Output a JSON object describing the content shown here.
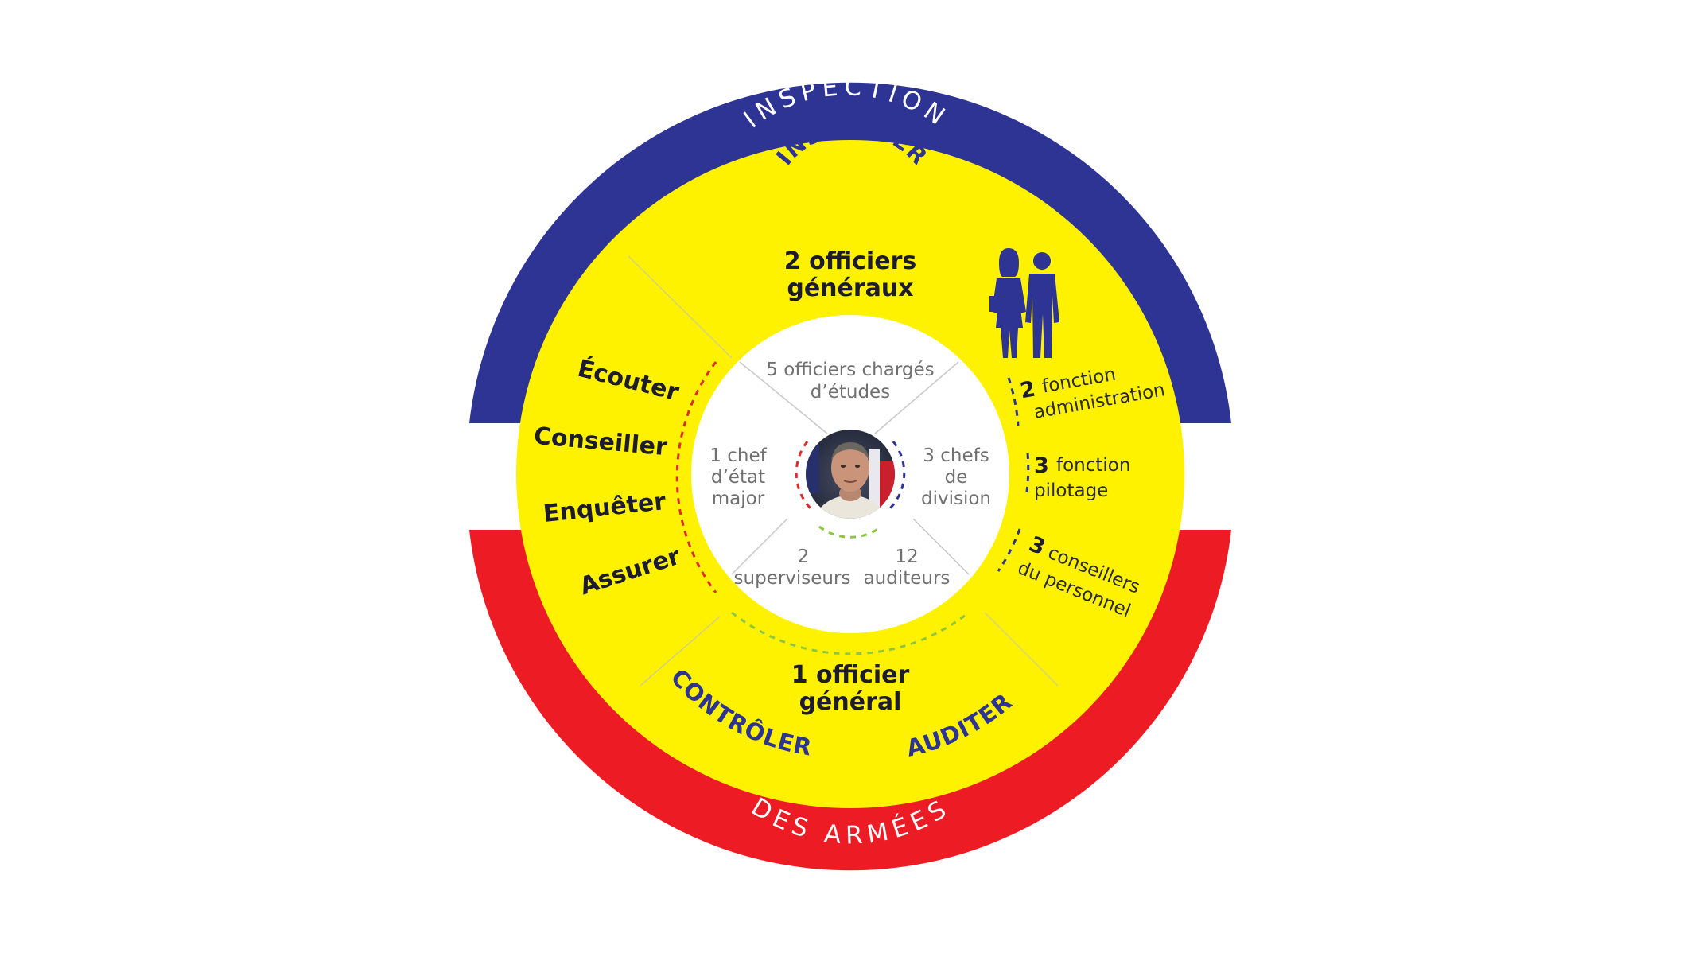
{
  "ring": {
    "top_label": "INSPECTION",
    "bottom_label": "DES ARMÉES",
    "colors": {
      "top": "#2e3494",
      "bottom": "#ed1c24",
      "middle": "#ffffff",
      "disc": "#fff200",
      "center": "#ffffff"
    }
  },
  "verbs": {
    "inspecter": "INSPECTER",
    "controler": "CONTRÔLER",
    "auditer": "AUDITER",
    "ecouter": "Écouter",
    "conseiller": "Conseiller",
    "enqueter": "Enquêter",
    "assurer": "Assurer"
  },
  "officers": {
    "top_line1": "2 officiers",
    "top_line2": "généraux",
    "bottom_line1": "1 officier",
    "bottom_line2": "général"
  },
  "staff": {
    "administration": {
      "number": "2",
      "line1": "fonction",
      "line2": "administration"
    },
    "pilotage": {
      "number": "3",
      "line1": "fonction",
      "line2": "pilotage"
    },
    "personnel": {
      "number": "3",
      "line1": "conseillers",
      "line2": "du personnel"
    }
  },
  "inner": {
    "etudes_line1": "5 officiers chargés",
    "etudes_line2": "d’études",
    "chef_line1": "1 chef",
    "chef_line2": "d’état",
    "chef_line3": "major",
    "division_line1": "3 chefs",
    "division_line2": "de",
    "division_line3": "division",
    "superviseurs_line1": "2",
    "superviseurs_line2": "superviseurs",
    "auditeurs_line1": "12",
    "auditeurs_line2": "auditeurs"
  },
  "icons": {
    "people": "officers-silhouette-icon",
    "portrait": "inspector-portrait-icon"
  }
}
